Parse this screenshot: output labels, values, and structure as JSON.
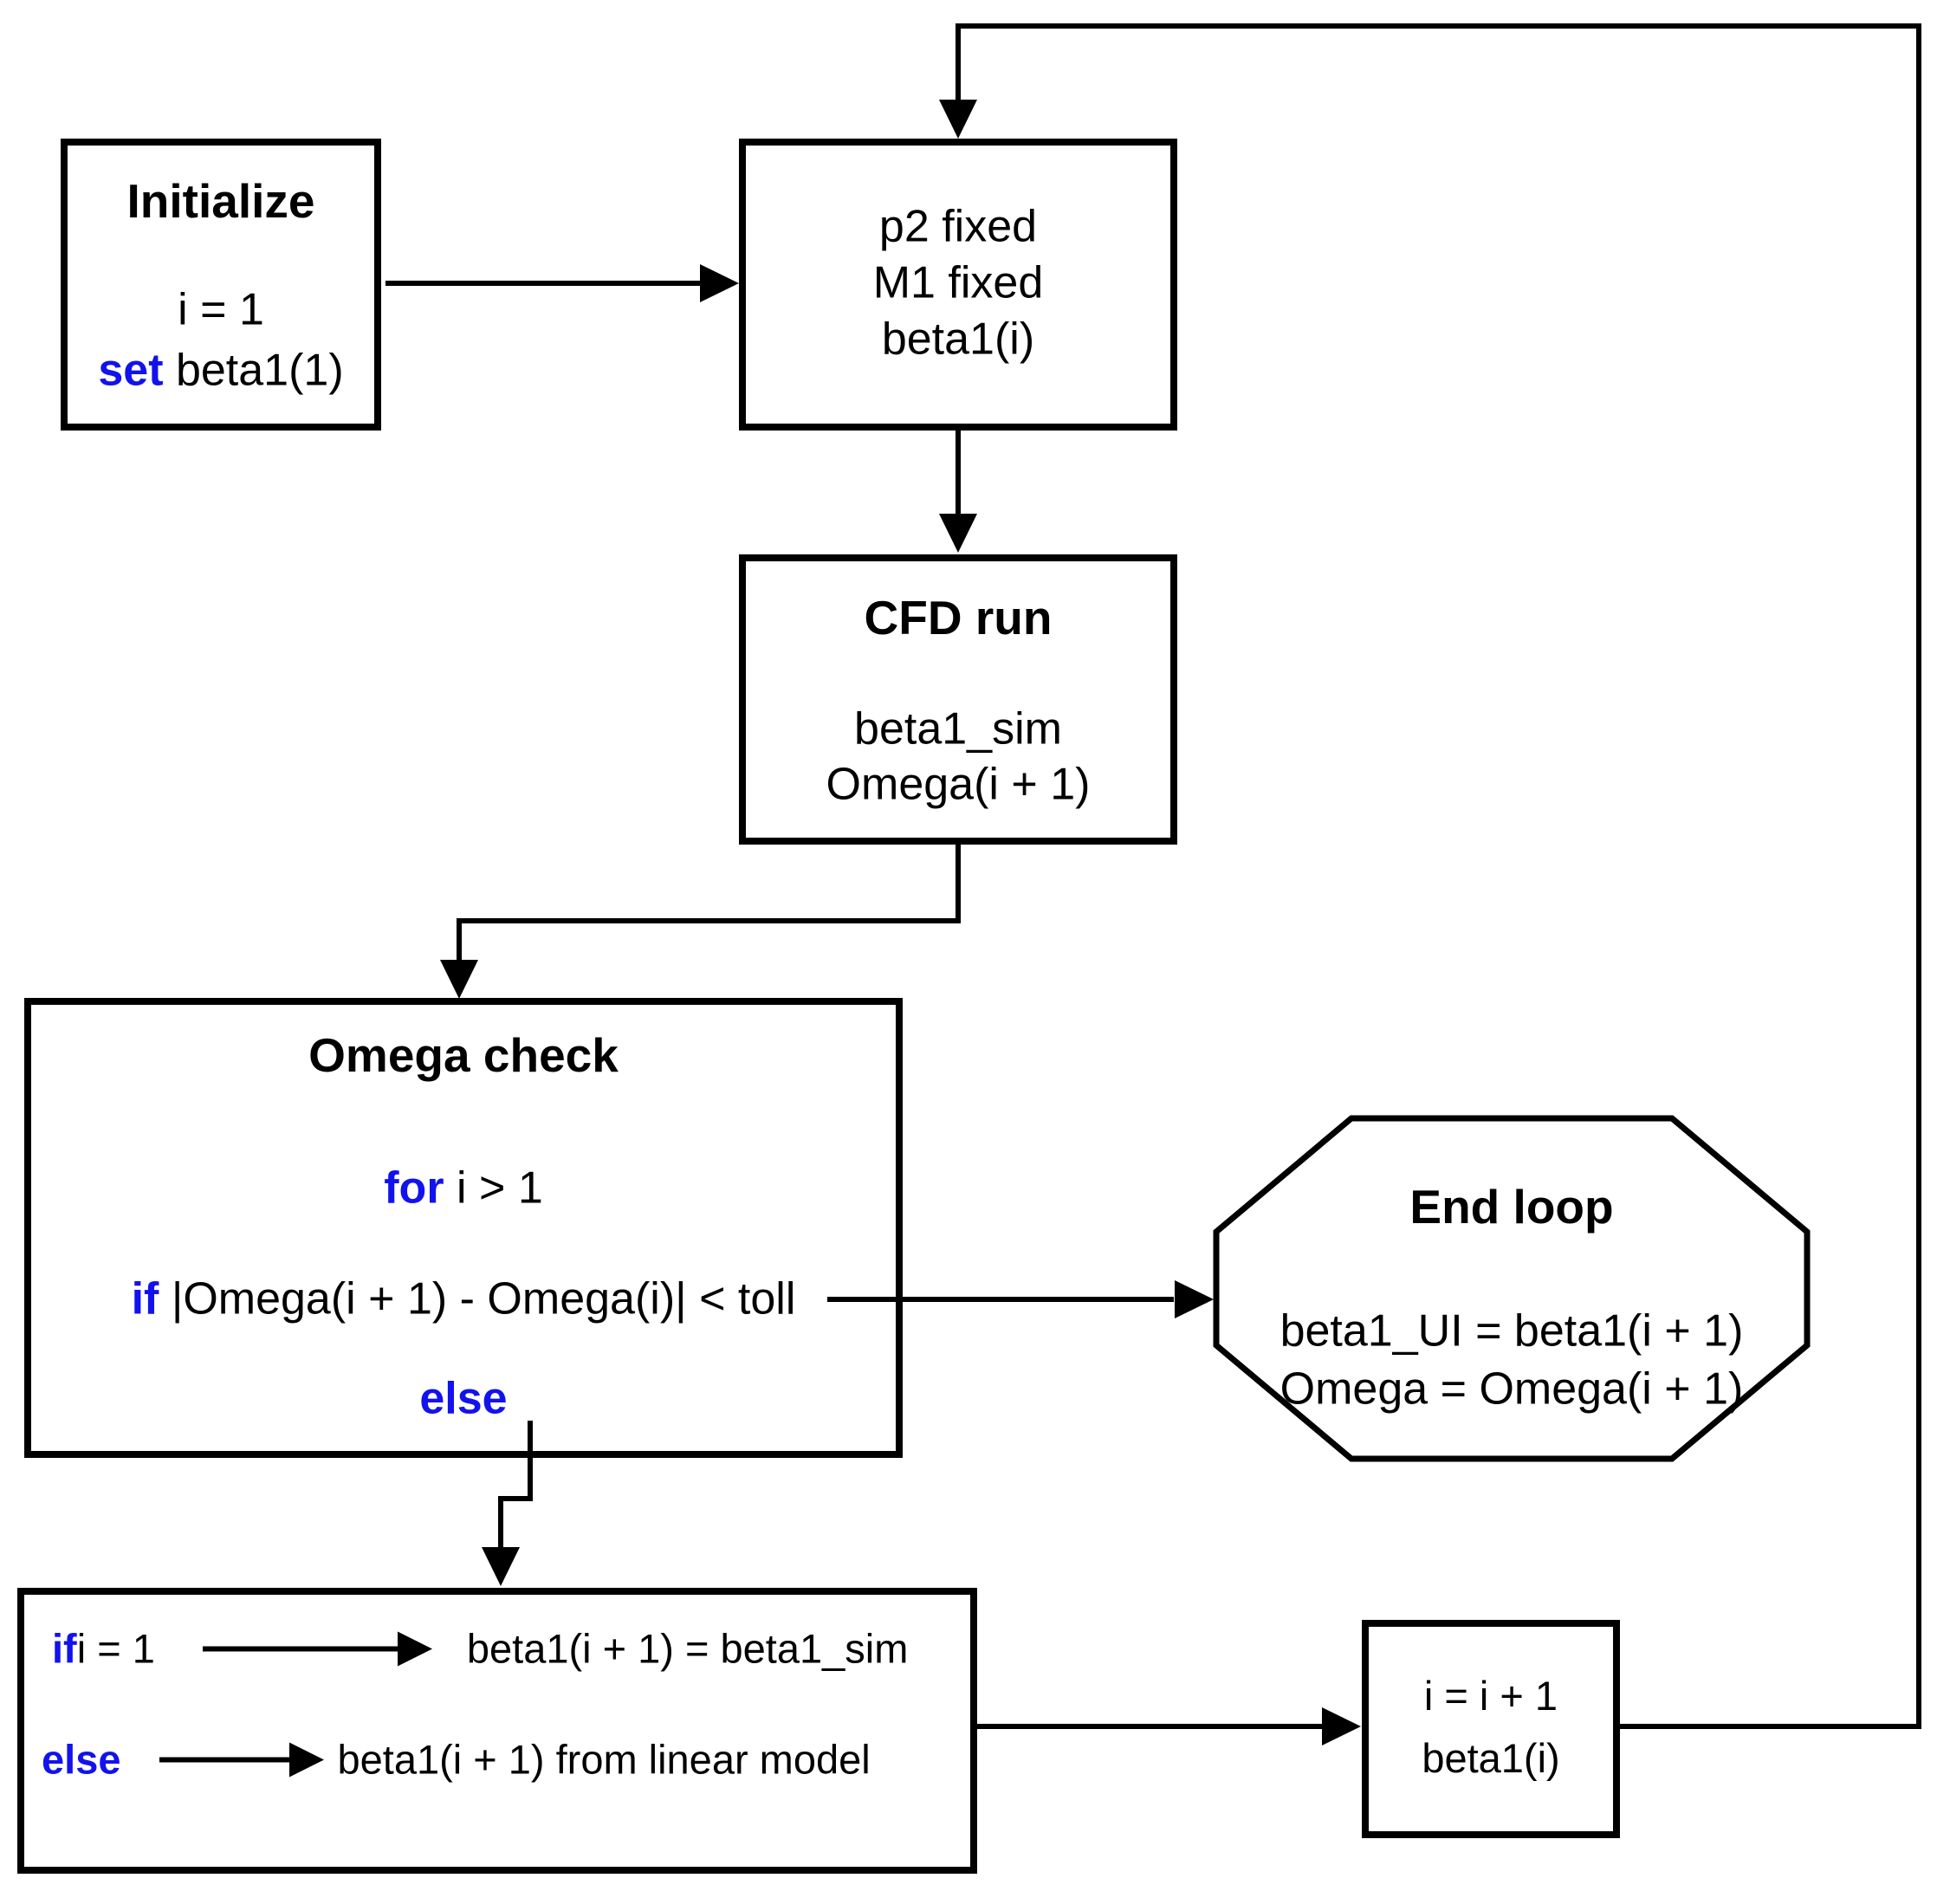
{
  "colors": {
    "keyword_blue": "#1212ee",
    "line_black": "#000000",
    "background": "#ffffff"
  },
  "nodes": {
    "initialize": {
      "title": "Initialize",
      "line1": "i = 1",
      "set_keyword": "set",
      "set_rest": " beta1(1)"
    },
    "fixed_conditions": {
      "line1": "p2 fixed",
      "line2": "M1 fixed",
      "line3": "beta1(i)"
    },
    "cfd_run": {
      "title": "CFD run",
      "line1": "beta1_sim",
      "line2": "Omega(i + 1)"
    },
    "omega_check": {
      "title": "Omega check",
      "for_keyword": "for",
      "for_rest": " i > 1",
      "if_keyword": "if",
      "if_rest": " |Omega(i + 1) - Omega(i)| < toll",
      "else_keyword": "else"
    },
    "end_loop": {
      "title": "End loop",
      "line1": "beta1_UI = beta1(i + 1)",
      "line2": "Omega = Omega(i + 1)"
    },
    "beta_update": {
      "if_keyword": "if",
      "if_condition": " i = 1",
      "if_result": "beta1(i + 1) = beta1_sim",
      "else_keyword": "else",
      "else_result": "beta1(i + 1) from linear model"
    },
    "increment": {
      "line1": "i = i + 1",
      "line2": "beta1(i)"
    }
  }
}
